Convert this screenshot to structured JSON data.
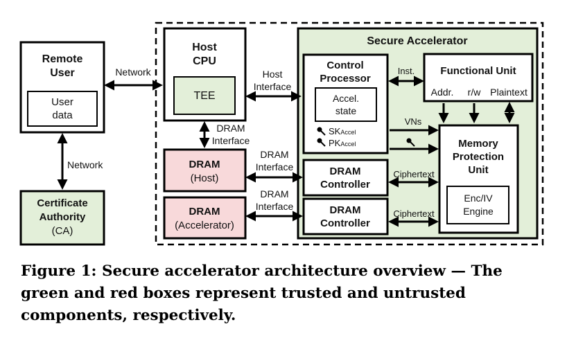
{
  "diagram": {
    "remote_user": {
      "title_line1": "Remote",
      "title_line2": "User",
      "data_line1": "User",
      "data_line2": "data"
    },
    "ca": {
      "line1": "Certificate",
      "line2": "Authority",
      "line3": "(CA)"
    },
    "host_cpu": {
      "line1": "Host",
      "line2": "CPU",
      "tee": "TEE"
    },
    "dram_host": {
      "title": "DRAM",
      "sub": "(Host)"
    },
    "dram_accel": {
      "title": "DRAM",
      "sub": "(Accelerator)"
    },
    "secure_accelerator": {
      "title": "Secure Accelerator"
    },
    "control_processor": {
      "line1": "Control",
      "line2": "Processor",
      "state_line1": "Accel.",
      "state_line2": "state",
      "sk": "SK",
      "pk": "PK",
      "key_sub": "Accel"
    },
    "functional_unit": {
      "title": "Functional Unit",
      "addr": "Addr.",
      "rw": "r/w",
      "plaintext": "Plaintext"
    },
    "mpu": {
      "line1": "Memory",
      "line2": "Protection",
      "line3": "Unit",
      "engine_line1": "Enc/IV",
      "engine_line2": "Engine"
    },
    "dram_controller": {
      "line1": "DRAM",
      "line2": "Controller"
    },
    "labels": {
      "network": "Network",
      "network_ca": "Network",
      "host_interface_1": "Host",
      "host_interface_2": "Interface",
      "dram_interface_cpu_1": "DRAM",
      "dram_interface_cpu_2": "Interface",
      "dram_interface_1": "DRAM",
      "dram_interface_2": "Interface",
      "inst": "Inst.",
      "vns": "VNs",
      "ciphertext": "Ciphertext"
    },
    "colors": {
      "trusted": "#e3efd9",
      "untrusted": "#f8d9da"
    }
  },
  "caption": {
    "figure": "Figure 1: Secure accelerator architecture overview",
    "dash": " — ",
    "text": "The green and red boxes represent trusted and untrusted components, respectively."
  }
}
